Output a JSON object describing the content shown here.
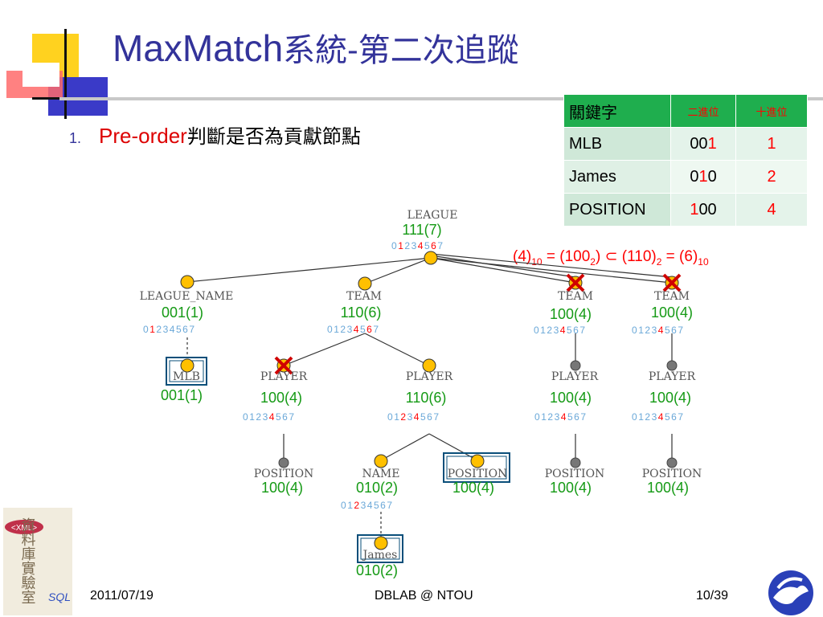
{
  "title": {
    "en": "MaxMatch",
    "zh": "系統-第二次追蹤"
  },
  "bullet": {
    "number": "1.",
    "en": "Pre-order",
    "zh": "判斷是否為貢獻節點"
  },
  "keyword_table": {
    "headers": [
      "關鍵字",
      "二進位",
      "十進位"
    ],
    "rows": [
      {
        "keyword": "MLB",
        "binary_a": "00",
        "binary_b": "1",
        "binary_c": "",
        "decimal": "1"
      },
      {
        "keyword": "James",
        "binary_a": "0",
        "binary_b": "1",
        "binary_c": "0",
        "decimal": "2"
      },
      {
        "keyword": "POSITION",
        "binary_a": "",
        "binary_b": "1",
        "binary_c": "00",
        "decimal": "4"
      }
    ]
  },
  "formula": {
    "p1": "(4)",
    "s1": "10",
    "p2": " = (100",
    "s2": "2",
    "p3": ") ⊂ (110)",
    "s3": "2",
    "p4": " = (6)",
    "s4": "10"
  },
  "tree": {
    "league": {
      "label": "LEAGUE",
      "value": "111(7)",
      "digits": [
        [
          "0",
          0
        ],
        [
          "1",
          1
        ],
        [
          "2",
          0
        ],
        [
          "3",
          0
        ],
        [
          "4",
          1
        ],
        [
          "5",
          0
        ],
        [
          "6",
          1
        ],
        [
          "7",
          0
        ]
      ]
    },
    "league_name": {
      "label": "LEAGUE_NAME",
      "value": "001(1)",
      "digits": [
        [
          "0",
          0
        ],
        [
          "1",
          1
        ],
        [
          "2",
          0
        ],
        [
          "3",
          0
        ],
        [
          "4",
          0
        ],
        [
          "5",
          0
        ],
        [
          "6",
          0
        ],
        [
          "7",
          0
        ]
      ]
    },
    "mlb": {
      "label": "MLB",
      "value": "001(1)"
    },
    "team1": {
      "label": "TEAM",
      "value": "110(6)",
      "digits": [
        [
          "0",
          0
        ],
        [
          "1",
          0
        ],
        [
          "2",
          0
        ],
        [
          "3",
          0
        ],
        [
          "4",
          1
        ],
        [
          "5",
          0
        ],
        [
          "6",
          1
        ],
        [
          "7",
          0
        ]
      ]
    },
    "team2": {
      "label": "TEAM",
      "value": "100(4)",
      "digits": [
        [
          "0",
          0
        ],
        [
          "1",
          0
        ],
        [
          "2",
          0
        ],
        [
          "3",
          0
        ],
        [
          "4",
          1
        ],
        [
          "5",
          0
        ],
        [
          "6",
          0
        ],
        [
          "7",
          0
        ]
      ]
    },
    "team3": {
      "label": "TEAM",
      "value": "100(4)",
      "digits": [
        [
          "0",
          0
        ],
        [
          "1",
          0
        ],
        [
          "2",
          0
        ],
        [
          "3",
          0
        ],
        [
          "4",
          1
        ],
        [
          "5",
          0
        ],
        [
          "6",
          0
        ],
        [
          "7",
          0
        ]
      ]
    },
    "player1": {
      "label": "PLAYER",
      "value": "100(4)",
      "digits": [
        [
          "0",
          0
        ],
        [
          "1",
          0
        ],
        [
          "2",
          0
        ],
        [
          "3",
          0
        ],
        [
          "4",
          1
        ],
        [
          "5",
          0
        ],
        [
          "6",
          0
        ],
        [
          "7",
          0
        ]
      ]
    },
    "player2": {
      "label": "PLAYER",
      "value": "110(6)",
      "digits": [
        [
          "0",
          0
        ],
        [
          "1",
          0
        ],
        [
          "2",
          1
        ],
        [
          "3",
          0
        ],
        [
          "4",
          1
        ],
        [
          "5",
          0
        ],
        [
          "6",
          0
        ],
        [
          "7",
          0
        ]
      ]
    },
    "player3": {
      "label": "PLAYER",
      "value": "100(4)",
      "digits": [
        [
          "0",
          0
        ],
        [
          "1",
          0
        ],
        [
          "2",
          0
        ],
        [
          "3",
          0
        ],
        [
          "4",
          1
        ],
        [
          "5",
          0
        ],
        [
          "6",
          0
        ],
        [
          "7",
          0
        ]
      ]
    },
    "player4": {
      "label": "PLAYER",
      "value": "100(4)",
      "digits": [
        [
          "0",
          0
        ],
        [
          "1",
          0
        ],
        [
          "2",
          0
        ],
        [
          "3",
          0
        ],
        [
          "4",
          1
        ],
        [
          "5",
          0
        ],
        [
          "6",
          0
        ],
        [
          "7",
          0
        ]
      ]
    },
    "position1": {
      "label": "POSITION",
      "value": "100(4)"
    },
    "name": {
      "label": "NAME",
      "value": "010(2)",
      "digits": [
        [
          "0",
          0
        ],
        [
          "1",
          0
        ],
        [
          "2",
          1
        ],
        [
          "3",
          0
        ],
        [
          "4",
          0
        ],
        [
          "5",
          0
        ],
        [
          "6",
          0
        ],
        [
          "7",
          0
        ]
      ]
    },
    "position2": {
      "label": "POSITION",
      "value": "100(4)"
    },
    "position3": {
      "label": "POSITION",
      "value": "100(4)"
    },
    "position4": {
      "label": "POSITION",
      "value": "100(4)"
    },
    "james": {
      "label": "James",
      "value": "010(2)"
    }
  },
  "footer": {
    "date": "2011/07/19",
    "center": "DBLAB @ NTOU",
    "page": "10/39"
  },
  "logo": {
    "text": "資料庫實驗室",
    "badge": "<XML>",
    "sql": "SQL"
  },
  "colors": {
    "title": "#33339a",
    "accent_red": "#ff0000",
    "value_green": "#159a15",
    "node_fill": "#ffc000",
    "table_header": "#1fae4e",
    "digit_blue": "#6aa8d8"
  }
}
